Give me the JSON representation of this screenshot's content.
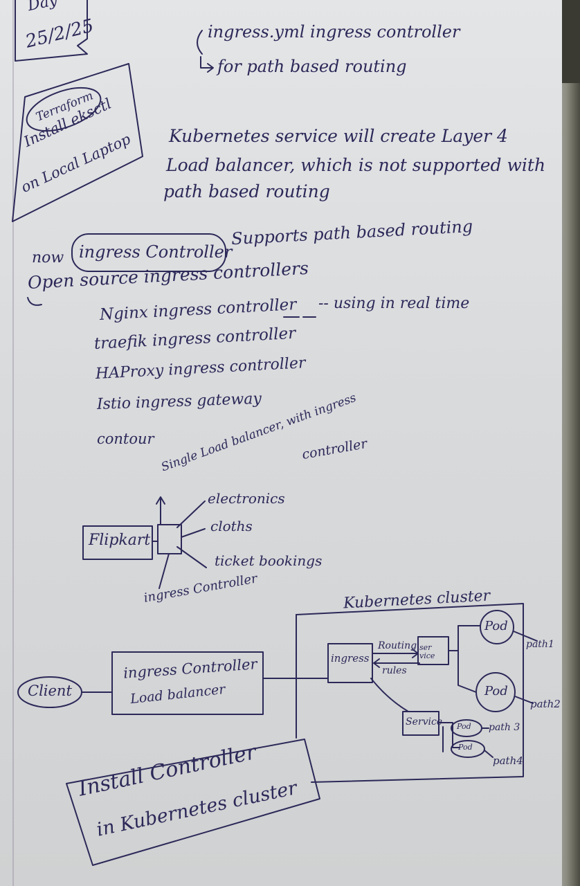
{
  "header": {
    "day": "Day",
    "date": "25/2/25"
  },
  "left_box": {
    "circled": "Terraform",
    "line1": "Install eksctl",
    "line2": "on Local Laptop"
  },
  "top": {
    "line1": "ingress.yml  ingress controller",
    "line2": "for path based routing"
  },
  "note": {
    "line1": "Kubernetes service will create Layer 4",
    "line2": "Load balancer, which is not supported with",
    "line3": "path based routing"
  },
  "now_line": {
    "prefix": "now",
    "boxed": "ingress Controller",
    "suffix": "Supports  path based routing"
  },
  "open_source": {
    "heading": "Open source ingress controllers",
    "items": [
      "Nginx ingress controller",
      "traefik ingress controller",
      "HAProxy ingress controller",
      "Istio ingress gateway",
      "contour"
    ],
    "nginx_note": "-- using in real time"
  },
  "diagram1": {
    "lb_label": "Single Load balancer, with ingress",
    "lb_label_cont": "controller",
    "box": "Flipkart",
    "paths": [
      "electronics",
      "cloths",
      "ticket bookings"
    ],
    "bottom": "ingress Controller"
  },
  "diagram2": {
    "cluster_title": "Kubernetes cluster",
    "client": "Client",
    "lb_box_line1": "ingress Controller",
    "lb_box_line2": "Load balancer",
    "ingress": "ingress",
    "routing": "Routing",
    "rules": "rules",
    "service_top": "ser vice",
    "service_bottom": "Service",
    "pod": "Pod",
    "paths": [
      "path1",
      "path2",
      "path 3",
      "path4"
    ],
    "install_line1": "Install Controller",
    "install_line2": "in Kubernetes cluster"
  }
}
